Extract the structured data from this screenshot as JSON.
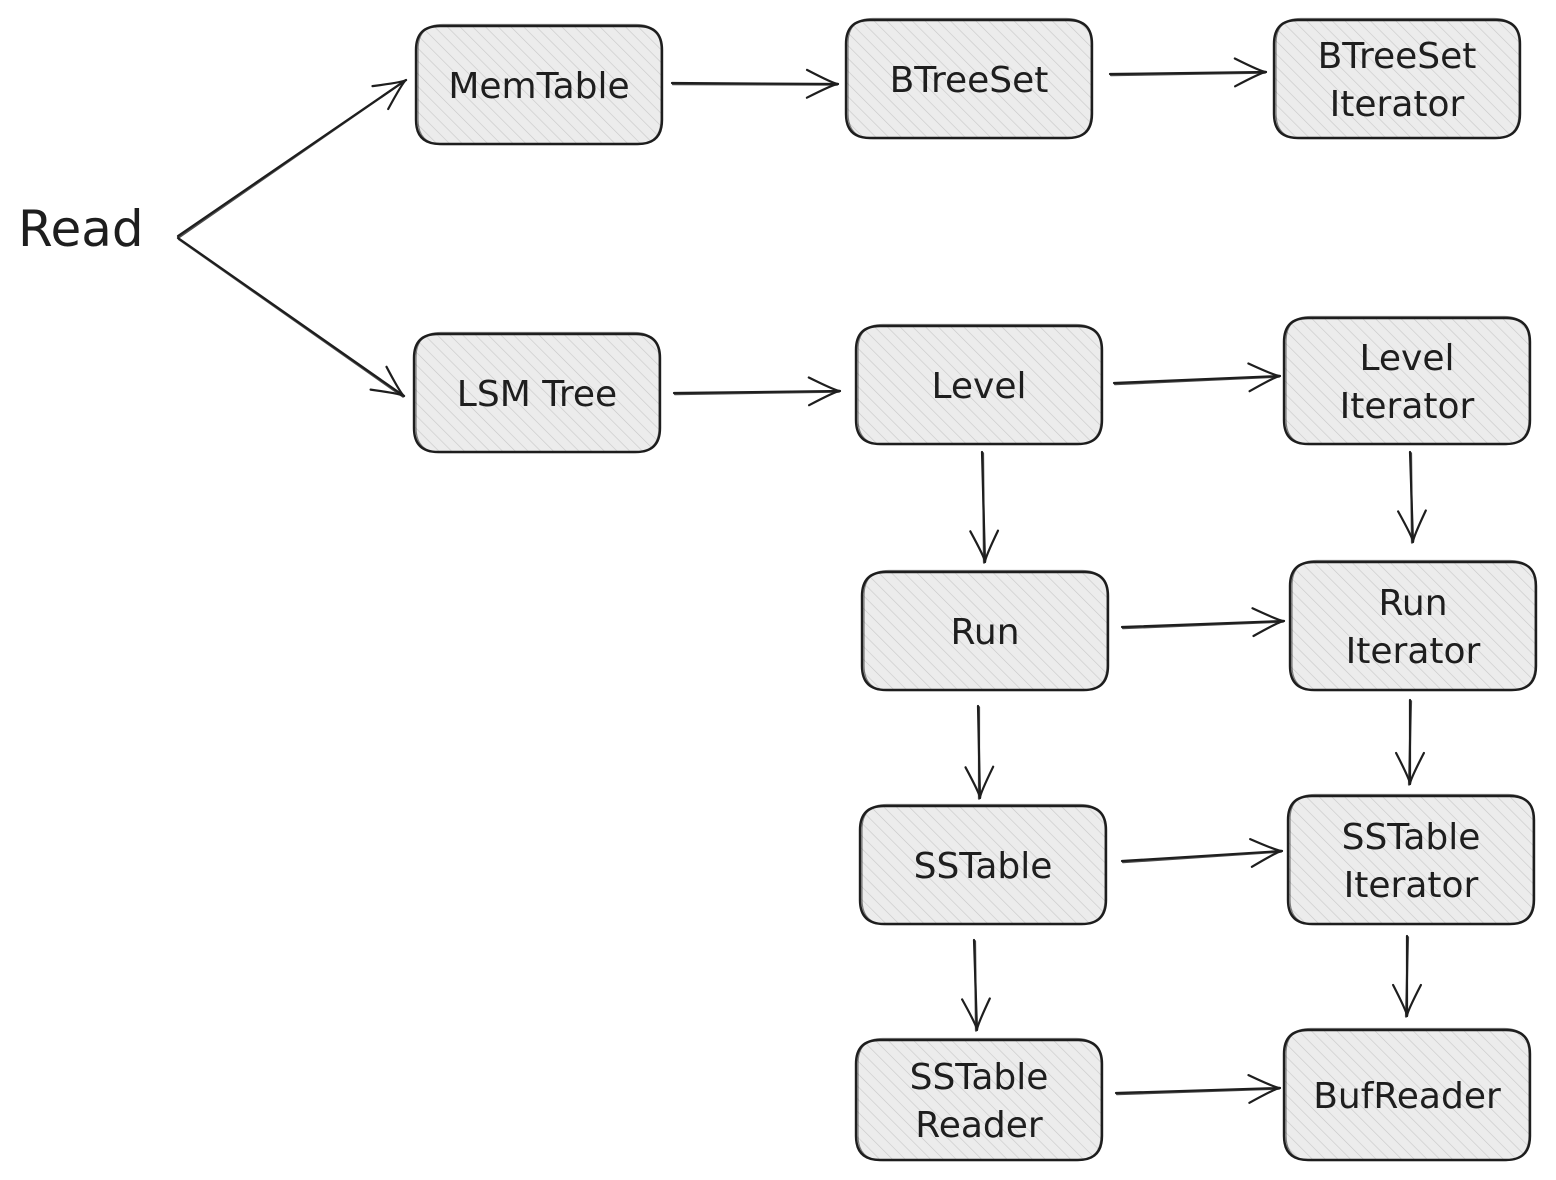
{
  "start": {
    "label": "Read"
  },
  "nodes": [
    {
      "id": "memtable",
      "lines": [
        "MemTable"
      ]
    },
    {
      "id": "btreeset",
      "lines": [
        "BTreeSet"
      ]
    },
    {
      "id": "btreeset-iterator",
      "lines": [
        "BTreeSet",
        "Iterator"
      ]
    },
    {
      "id": "lsm-tree",
      "lines": [
        "LSM Tree"
      ]
    },
    {
      "id": "level",
      "lines": [
        "Level"
      ]
    },
    {
      "id": "level-iterator",
      "lines": [
        "Level",
        "Iterator"
      ]
    },
    {
      "id": "run",
      "lines": [
        "Run"
      ]
    },
    {
      "id": "run-iterator",
      "lines": [
        "Run",
        "Iterator"
      ]
    },
    {
      "id": "sstable",
      "lines": [
        "SSTable"
      ]
    },
    {
      "id": "sstable-iterator",
      "lines": [
        "SSTable",
        "Iterator"
      ]
    },
    {
      "id": "sstable-reader",
      "lines": [
        "SSTable",
        "Reader"
      ]
    },
    {
      "id": "bufreader",
      "lines": [
        "BufReader"
      ]
    }
  ],
  "edges": [
    {
      "from": "read",
      "to": "memtable"
    },
    {
      "from": "read",
      "to": "lsm-tree"
    },
    {
      "from": "memtable",
      "to": "btreeset"
    },
    {
      "from": "btreeset",
      "to": "btreeset-iterator"
    },
    {
      "from": "lsm-tree",
      "to": "level"
    },
    {
      "from": "level",
      "to": "level-iterator"
    },
    {
      "from": "level",
      "to": "run"
    },
    {
      "from": "level-iterator",
      "to": "run-iterator"
    },
    {
      "from": "run",
      "to": "run-iterator"
    },
    {
      "from": "run",
      "to": "sstable"
    },
    {
      "from": "run-iterator",
      "to": "sstable-iterator"
    },
    {
      "from": "sstable",
      "to": "sstable-iterator"
    },
    {
      "from": "sstable",
      "to": "sstable-reader"
    },
    {
      "from": "sstable-iterator",
      "to": "bufreader"
    },
    {
      "from": "sstable-reader",
      "to": "bufreader"
    }
  ],
  "colors": {
    "stroke": "#1e1e1e",
    "fill": "#ececec",
    "hatch": "#c8c8c8",
    "background": "#ffffff"
  }
}
